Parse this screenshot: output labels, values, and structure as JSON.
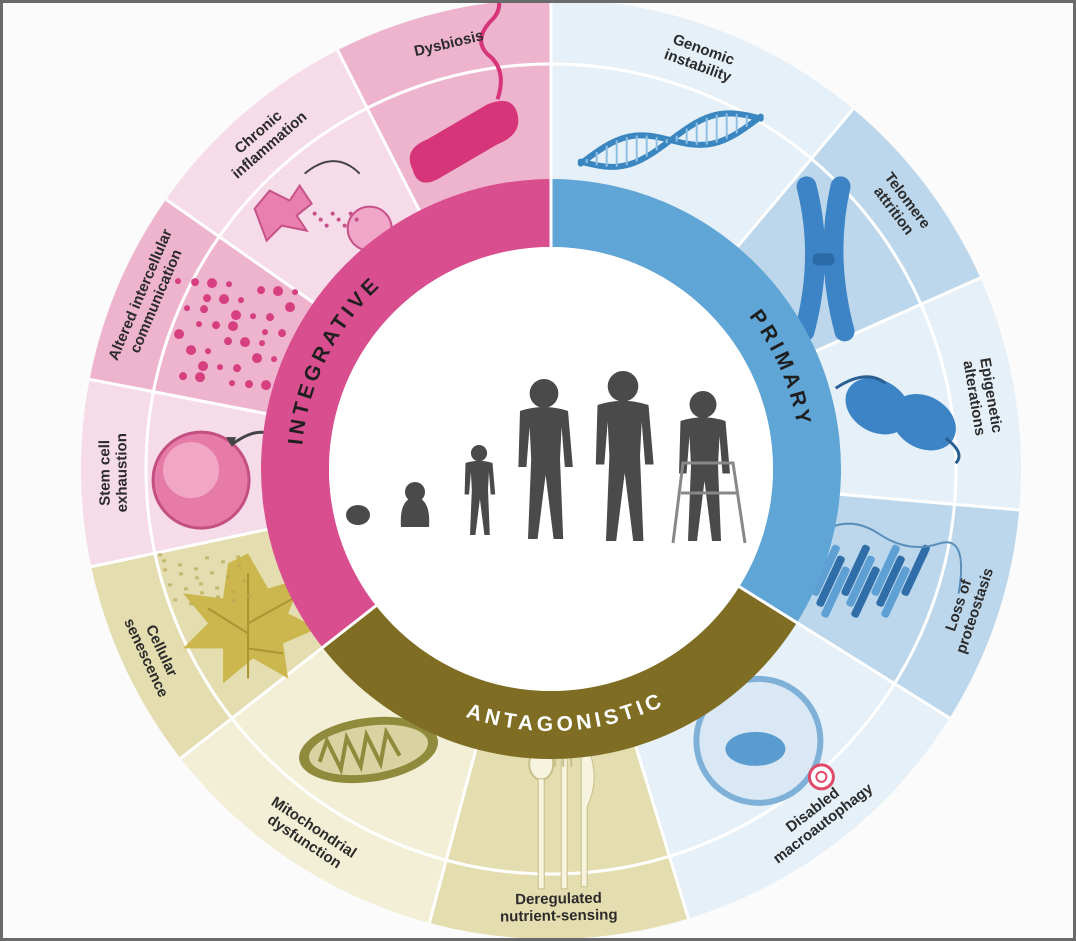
{
  "diagram": {
    "rings": {
      "integrative": {
        "label": "INTEGRATIVE",
        "color": "#d94e8f"
      },
      "primary": {
        "label": "PRIMARY",
        "color": "#5fa5d6"
      },
      "antagonistic": {
        "label": "ANTAGONISTIC",
        "color": "#7e6d22"
      }
    },
    "hallmarks": {
      "genomic_instability": [
        "Genomic",
        "instability"
      ],
      "telomere_attrition": [
        "Telomere",
        "attrition"
      ],
      "epigenetic_alterations": [
        "Epigenetic",
        "alterations"
      ],
      "loss_of_proteostasis": [
        "Loss of",
        "proteostasis"
      ],
      "disabled_macroautophagy": [
        "Disabled",
        "macroautophagy"
      ],
      "deregulated_nutrient_sensing": [
        "Deregulated",
        "nutrient-sensing"
      ],
      "mitochondrial_dysfunction": [
        "Mitochondrial",
        "dysfunction"
      ],
      "cellular_senescence": [
        "Cellular",
        "senescence"
      ],
      "stem_cell_exhaustion": [
        "Stem cell",
        "exhaustion"
      ],
      "altered_intercellular_communication": [
        "Altered intercellular",
        "communication"
      ],
      "chronic_inflammation": [
        "Chronic",
        "inflammation"
      ],
      "dysbiosis": [
        "Dysbiosis"
      ]
    },
    "icons": [
      "dna-icon",
      "chromosome-icon",
      "nucleosome-icon",
      "protein-icon",
      "autophagosome-icon",
      "cutlery-icon",
      "mitochondrion-icon",
      "senescent-leaf-icon",
      "stem-cell-icon",
      "signaling-dots-icon",
      "inflammation-cell-icon",
      "bacterium-icon",
      "human-lifespan-icon"
    ],
    "colors": {
      "integrative_light": "#f6dbe8",
      "integrative_medium": "#eeb4cd",
      "primary_light": "#e6f0f8",
      "primary_medium": "#bcd7ec",
      "antagonistic_light": "#f2efd6",
      "antagonistic_medium": "#e4ddb0",
      "silhouette": "#4a4a4a"
    }
  }
}
